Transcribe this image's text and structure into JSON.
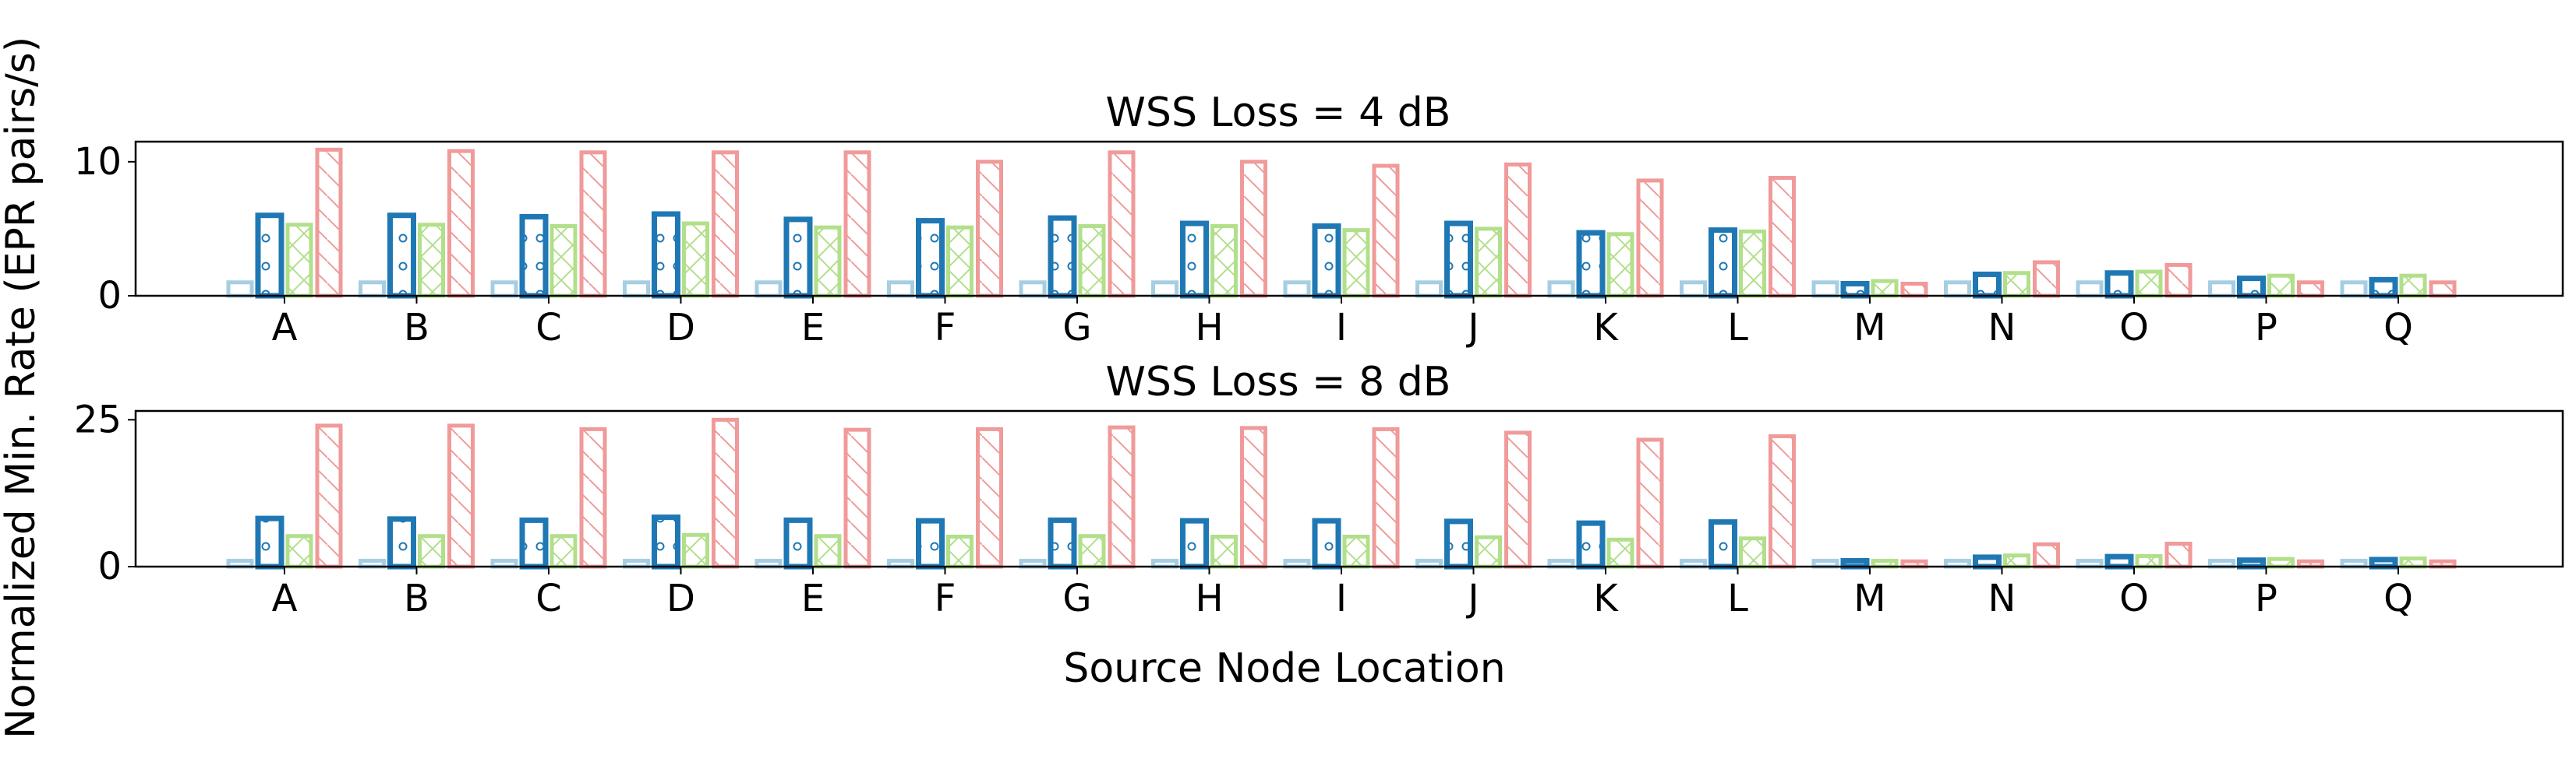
{
  "figure": {
    "ylabel": "Normalized Min. Rate (EPR pairs/s)",
    "xlabel": "Source Node Location"
  },
  "colors": {
    "series": [
      "#a6cee3",
      "#1f78b4",
      "#b2df8a",
      "#f09a9a"
    ],
    "axes": "#000000"
  },
  "chart_data": [
    {
      "type": "bar",
      "title": "WSS Loss = 4 dB",
      "xlabel": "",
      "ylabel": "",
      "categories": [
        "A",
        "B",
        "C",
        "D",
        "E",
        "F",
        "G",
        "H",
        "I",
        "J",
        "K",
        "L",
        "M",
        "N",
        "O",
        "P",
        "Q"
      ],
      "ylim": [
        0,
        11.5
      ],
      "yticks": [
        0,
        10
      ],
      "grid": false,
      "series": [
        {
          "values": [
            1.0,
            1.0,
            1.0,
            1.0,
            1.0,
            1.0,
            1.0,
            1.0,
            1.0,
            1.0,
            1.0,
            1.0,
            1.0,
            1.0,
            1.0,
            1.0,
            1.0
          ]
        },
        {
          "values": [
            6.0,
            6.0,
            5.9,
            6.1,
            5.7,
            5.6,
            5.8,
            5.4,
            5.2,
            5.4,
            4.7,
            4.9,
            0.9,
            1.6,
            1.7,
            1.3,
            1.2
          ]
        },
        {
          "values": [
            5.3,
            5.3,
            5.2,
            5.4,
            5.1,
            5.1,
            5.2,
            5.2,
            4.9,
            5.0,
            4.6,
            4.8,
            1.1,
            1.7,
            1.8,
            1.5,
            1.5
          ]
        },
        {
          "values": [
            10.9,
            10.8,
            10.7,
            10.7,
            10.7,
            10.0,
            10.7,
            10.0,
            9.7,
            9.8,
            8.6,
            8.8,
            0.9,
            2.5,
            2.3,
            1.0,
            1.0
          ]
        }
      ],
      "hatches": [
        "none",
        "circles",
        "cross",
        "diagonal"
      ]
    },
    {
      "type": "bar",
      "title": "WSS Loss = 8 dB",
      "xlabel": "",
      "ylabel": "",
      "categories": [
        "A",
        "B",
        "C",
        "D",
        "E",
        "F",
        "G",
        "H",
        "I",
        "J",
        "K",
        "L",
        "M",
        "N",
        "O",
        "P",
        "Q"
      ],
      "ylim": [
        0,
        26.5
      ],
      "yticks": [
        0,
        25
      ],
      "grid": false,
      "series": [
        {
          "values": [
            1.0,
            1.0,
            1.0,
            1.0,
            1.0,
            1.0,
            1.0,
            1.0,
            1.0,
            1.0,
            1.0,
            1.0,
            1.0,
            1.0,
            1.0,
            1.0,
            1.0
          ]
        },
        {
          "values": [
            8.2,
            8.1,
            7.9,
            8.4,
            7.9,
            7.8,
            7.9,
            7.8,
            7.8,
            7.7,
            7.4,
            7.6,
            1.0,
            1.6,
            1.7,
            1.1,
            1.2
          ]
        },
        {
          "values": [
            5.2,
            5.2,
            5.2,
            5.4,
            5.2,
            5.1,
            5.2,
            5.1,
            5.1,
            5.0,
            4.6,
            4.8,
            1.0,
            1.9,
            1.8,
            1.3,
            1.4
          ]
        },
        {
          "values": [
            24.0,
            24.0,
            23.4,
            25.0,
            23.3,
            23.4,
            23.7,
            23.6,
            23.4,
            22.8,
            21.6,
            22.2,
            0.9,
            3.8,
            3.9,
            0.9,
            0.9
          ]
        }
      ],
      "hatches": [
        "none",
        "circles",
        "cross",
        "diagonal"
      ]
    }
  ]
}
